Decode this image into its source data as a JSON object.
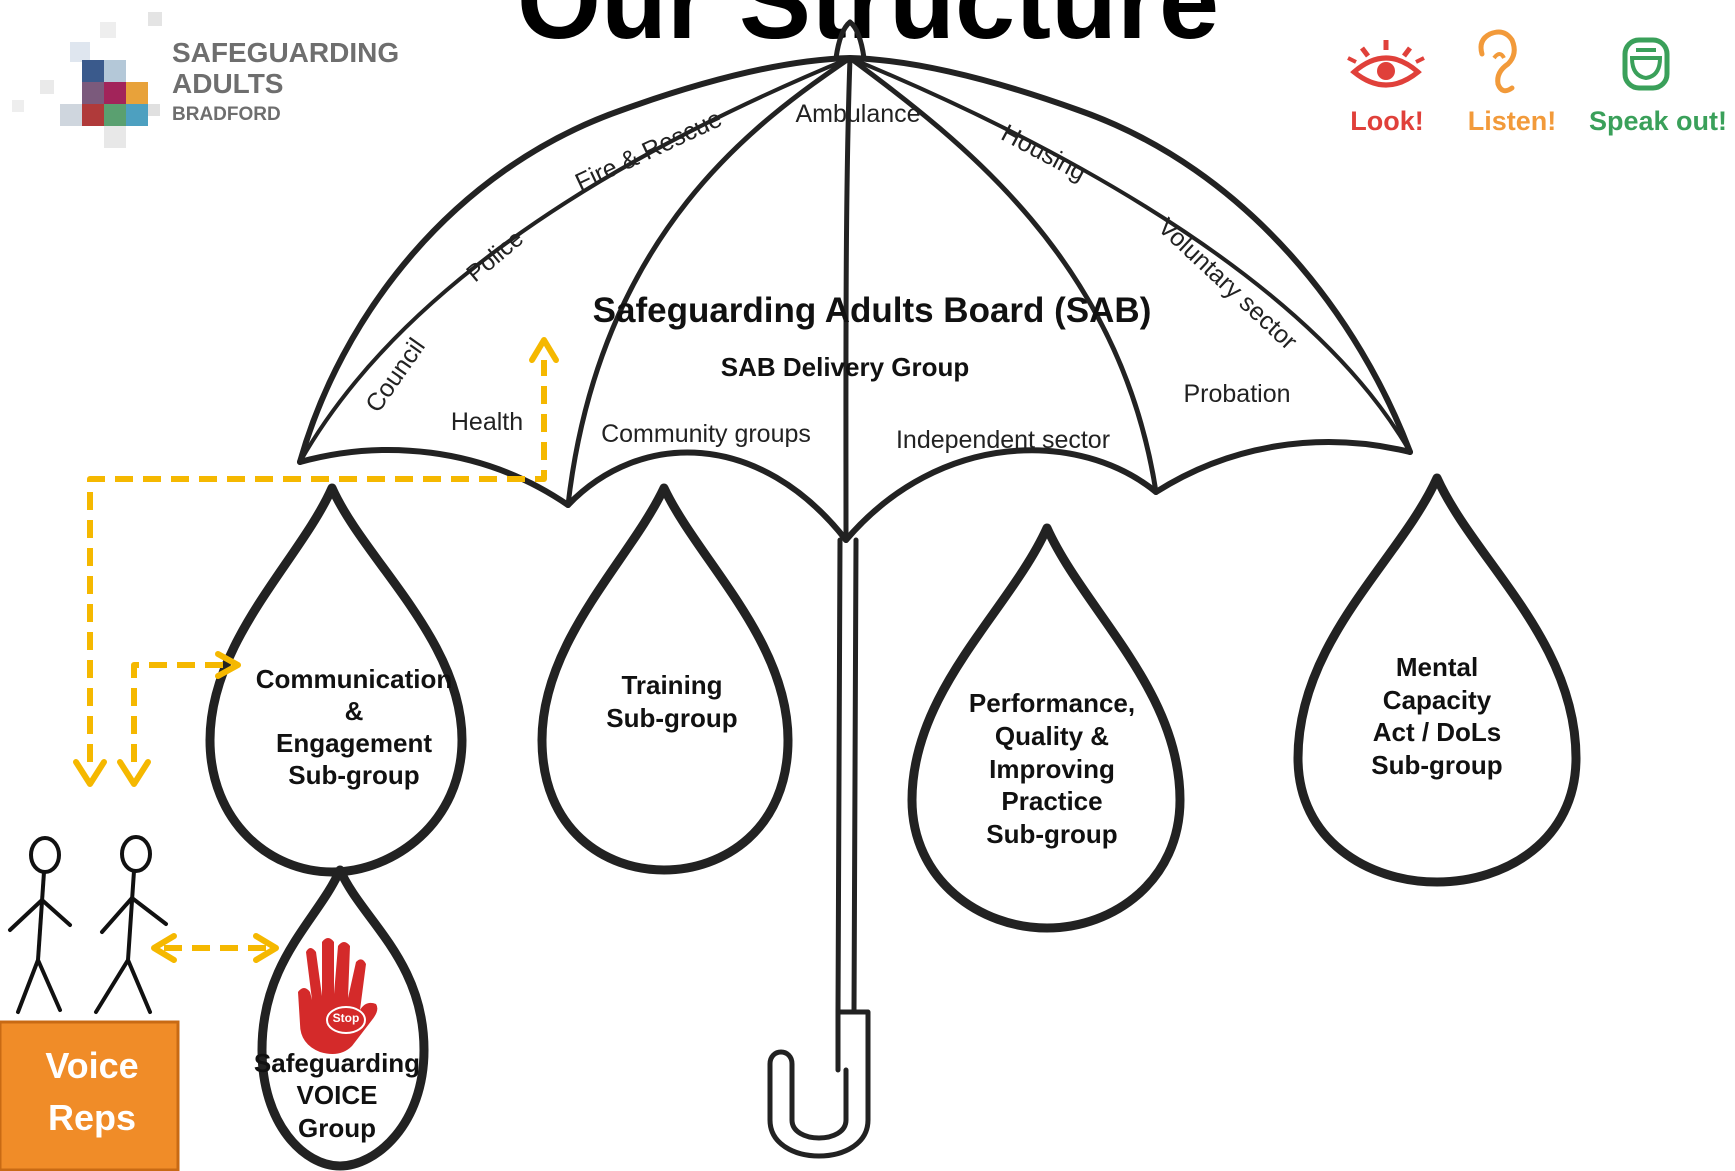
{
  "page_title": "Our Structure",
  "logo": {
    "line1": "SAFEGUARDING",
    "line2": "ADULTS",
    "line3": "BRADFORD"
  },
  "slogans": {
    "look": "Look!",
    "listen": "Listen!",
    "speak": "Speak out!",
    "colors": {
      "look": "#e0403a",
      "listen": "#f29a3a",
      "speak": "#3aa05a"
    }
  },
  "umbrella": {
    "board": "Safeguarding Adults Board (SAB)",
    "delivery_group": "SAB Delivery Group",
    "arc_labels": {
      "council": "Council",
      "police": "Police",
      "fire": "Fire & Rescue",
      "ambulance": "Ambulance",
      "housing": "Housing",
      "voluntary": "Voluntary sector"
    },
    "inner_labels": {
      "health": "Health",
      "community": "Community groups",
      "independent": "Independent sector",
      "probation": "Probation"
    }
  },
  "subgroups": {
    "comms": [
      "Communication",
      "&",
      "Engagement",
      "Sub-group"
    ],
    "training": [
      "Training",
      "Sub-group"
    ],
    "performance": [
      "Performance,",
      "Quality &",
      "Improving",
      "Practice",
      "Sub-group"
    ],
    "mca": [
      "Mental",
      "Capacity",
      "Act / DoLs",
      "Sub-group"
    ],
    "voice": [
      "Safeguarding",
      "VOICE",
      "Group"
    ]
  },
  "stop_sign": "Stop",
  "voice_reps": [
    "Voice",
    "Reps"
  ],
  "colors": {
    "arrow": "#f5b800",
    "voice_box": "#f08c28",
    "voice_box_border": "#c86a14",
    "line": "#222222",
    "hand": "#d42a2a"
  }
}
